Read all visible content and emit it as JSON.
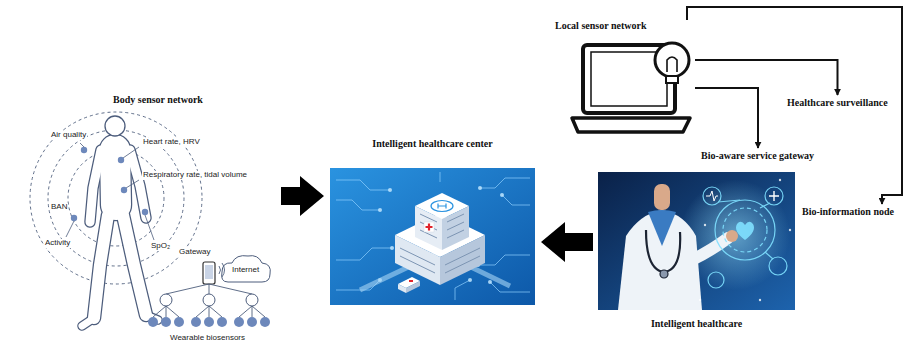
{
  "diagram": {
    "nodes": [
      {
        "text": [
          "Body sensor network"
        ]
      },
      {
        "text": [
          "Intelligent healthcare center"
        ]
      },
      {
        "text": [
          "Local sensor network"
        ]
      },
      {
        "text": [
          "Healthcare surveillance"
        ]
      },
      {
        "text": [
          "Bio-aware service gateway"
        ]
      },
      {
        "text": [
          "Bio-information node"
        ]
      },
      {
        "text": [
          "Intelligent healthcare"
        ]
      }
    ],
    "edges": [
      {
        "from": 0,
        "to": 1,
        "arrow": "to"
      },
      {
        "from": 6,
        "to": 1,
        "arrow": "to"
      },
      {
        "from": 2,
        "to": 3,
        "arrow": "to"
      },
      {
        "from": 2,
        "to": 4,
        "arrow": "to"
      },
      {
        "from": 2,
        "to": 5,
        "arrow": "to"
      }
    ],
    "labels": [
      "Air quality",
      "Heart rate, HRV",
      "Respiratory rate, tidal volume",
      "BAN",
      "Activity",
      "SpO₂",
      "Gateway",
      "Internet",
      "Wearable biosensors"
    ]
  }
}
